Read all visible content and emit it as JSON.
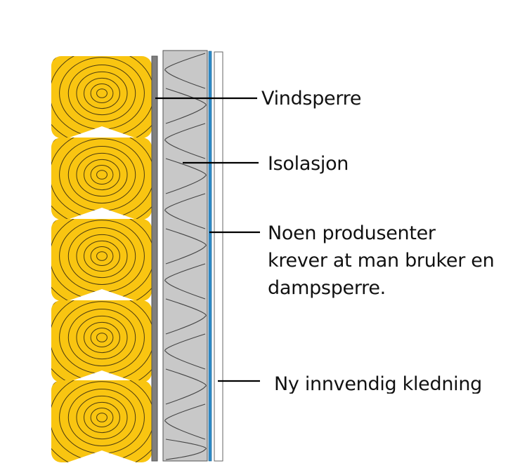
{
  "title": "Wall cross-section: log wall with added interior insulation",
  "colors": {
    "log_fill": "#f9c511",
    "log_rings": "#4a3a10",
    "windbreak": "#7f7f7f",
    "insulation": "#c8c8c8",
    "insulation_line": "#444444",
    "vapor_barrier": "#2e8bc9",
    "interior_cladding": "#ffffff",
    "outline": "#555555",
    "leader_line": "#000000"
  },
  "layers": [
    {
      "id": "logs",
      "name": "Tømmer (log wall)",
      "count": 5
    },
    {
      "id": "vindsperre",
      "name": "Vindsperre"
    },
    {
      "id": "isolasjon",
      "name": "Isolasjon"
    },
    {
      "id": "dampsperre",
      "name": "Dampsperre"
    },
    {
      "id": "kledning",
      "name": "Ny innvendig kledning"
    }
  ],
  "labels": {
    "vindsperre": "Vindsperre",
    "isolasjon": "Isolasjon",
    "dampsperre_lines": [
      "Noen produsenter",
      "krever at man bruker en",
      "dampsperre."
    ],
    "kledning": "Ny innvendig kledning"
  }
}
